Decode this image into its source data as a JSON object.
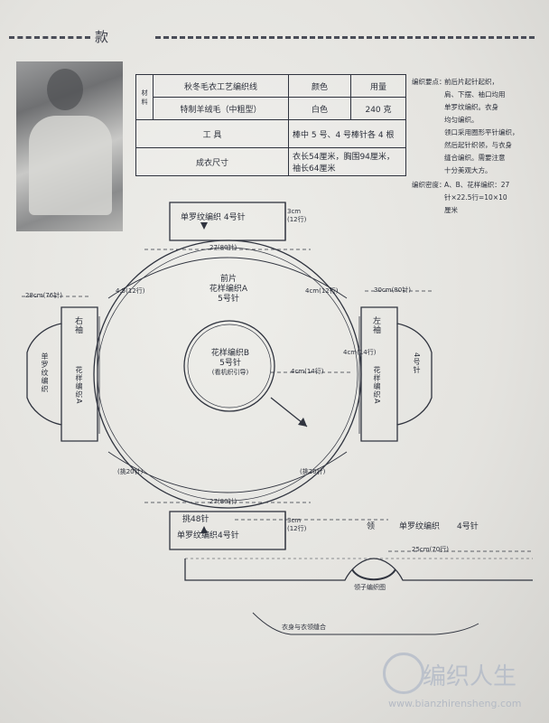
{
  "header": {
    "title": "款 "
  },
  "spec_table": {
    "side_label": "材料",
    "head": [
      "秋冬毛衣工艺编织线",
      "颜色",
      "用量"
    ],
    "row1": [
      "特制羊绒毛（中粗型）",
      "白色",
      "240 克"
    ],
    "tools_label": "工 具",
    "tools_value": "棒中 5 号、4 号棒针各 4 根",
    "size_label": "成衣尺寸",
    "size_value": "衣长54厘米，胸围94厘米，袖长64厘米"
  },
  "notes": {
    "label1": "编织要点：",
    "body1": [
      "前后片起针起织，",
      "肩、下摆、袖口均用",
      "单罗纹编织。衣身",
      "均匀编织。",
      "领口采用圈形平针编织，",
      "然后起针织领，与衣身",
      "缝合编织。需要注意",
      "十分美观大方。"
    ],
    "label2": "编织密度：",
    "body2": [
      "A、B、花样编织：27",
      "针×22.5行=10×10",
      "厘米"
    ]
  },
  "diagram": {
    "top_cuff_text": "单罗纹编织 4号针",
    "top_cuff_dim": "3cm (12行)",
    "dim_top": "27(80针)",
    "dim_bottom": "27(80针)",
    "dim_left": "28cm(76针)",
    "dim_right": "30cm(80针)",
    "body_text": [
      "前片",
      "花样编织A",
      "5号针"
    ],
    "center_text": [
      "花样编织B",
      "5号针",
      "(看机织引导)"
    ],
    "center_dim": "4cm(14行)",
    "left_sleeve": "右袖",
    "right_sleeve": "左袖",
    "sleeve_pattern": "花样编织A",
    "sleeve_rib": "单罗纹编织",
    "sleeve_needle": "4号针",
    "dims_side": [
      "4.5(12行)",
      "4cm(12行)",
      "(挑20针)",
      "(挑20针)",
      "4cm(14行)"
    ],
    "bottom_cuff_label": "挑48针",
    "bottom_cuff_text": "单罗纹编织4号针",
    "bottom_cuff_dim": "3cm (12行)",
    "collar_label": "领",
    "collar_text": "单罗纹编织",
    "collar_needle": "4号针",
    "collar_dim": "25cm(70行)",
    "collar_caption": "领子编织图",
    "bottom_caption": "衣身与衣领缝合"
  },
  "watermark": {
    "logo": "编织人生",
    "url": "www.bianzhirensheng.com"
  }
}
